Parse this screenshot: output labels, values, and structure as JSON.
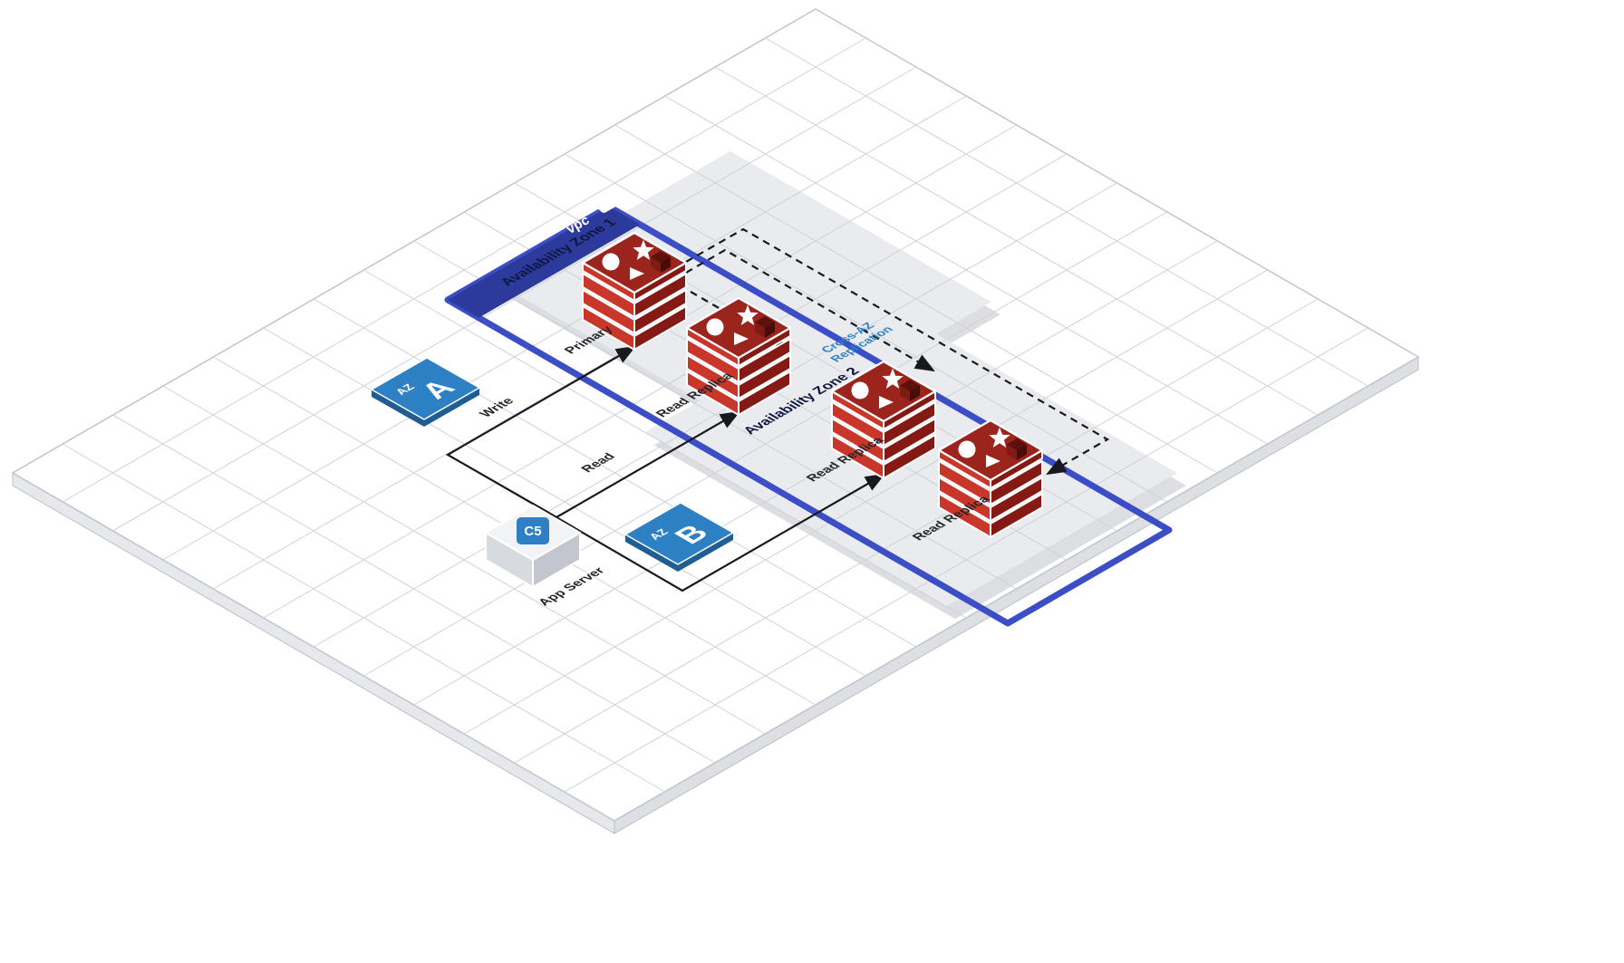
{
  "vpc": {
    "label": "vpc",
    "az1_label": "Availability Zone 1",
    "az2_label": "Availability Zone 2"
  },
  "badges": {
    "a": {
      "prefix": "AZ",
      "letter": "A"
    },
    "b": {
      "prefix": "AZ",
      "letter": "B"
    }
  },
  "nodes": {
    "primary": {
      "label": "Primary"
    },
    "replica_a": {
      "label": "Read Replica"
    },
    "replica_b1": {
      "label": "Read Replica"
    },
    "replica_b2": {
      "label": "Read Replica"
    },
    "app_server": {
      "label": "App Server",
      "badge": "C5"
    }
  },
  "edges": {
    "write": "Write",
    "read": "Read",
    "cross_az": {
      "line1": "Cross-AZ",
      "line2": "Replication"
    }
  },
  "colors": {
    "vpc_border": "#3c4ec5",
    "vpc_banner": "#2c3a9c",
    "zone_fill": "#e9ebee",
    "zone_shadow": "#dcdee2",
    "grid_line": "#ccd2dc",
    "redis_top": "#9b241c",
    "redis_left": "#c9372a",
    "redis_right": "#841a13",
    "badge_blue": "#2e80c4",
    "badge_blue_dark": "#1f5d93",
    "line_dark": "#17191f",
    "label_navy": "#0f1640",
    "label_blue": "#2e80c4"
  }
}
